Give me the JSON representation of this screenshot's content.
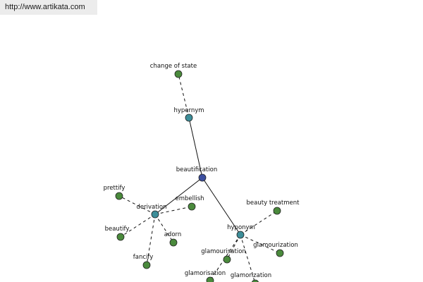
{
  "source_url": "http://www.artikata.com",
  "colors": {
    "root": "#3c4fa0",
    "relation": "#3d8e99",
    "leaf": "#4a8a3c"
  },
  "nodes": [
    {
      "id": "beautification",
      "label": "beautification",
      "kind": "root"
    },
    {
      "id": "hypernym",
      "label": "hypernym",
      "kind": "relation"
    },
    {
      "id": "change_of_state",
      "label": "change of state",
      "kind": "leaf"
    },
    {
      "id": "derivation",
      "label": "derivation",
      "kind": "relation"
    },
    {
      "id": "prettify",
      "label": "prettify",
      "kind": "leaf"
    },
    {
      "id": "embellish",
      "label": "embellish",
      "kind": "leaf"
    },
    {
      "id": "beautify",
      "label": "beautify",
      "kind": "leaf"
    },
    {
      "id": "adorn",
      "label": "adorn",
      "kind": "leaf"
    },
    {
      "id": "fancify",
      "label": "fancify",
      "kind": "leaf"
    },
    {
      "id": "hyponym",
      "label": "hyponym",
      "kind": "relation"
    },
    {
      "id": "beauty_treatment",
      "label": "beauty treatment",
      "kind": "leaf"
    },
    {
      "id": "glamourisation",
      "label": "glamourisation",
      "kind": "leaf"
    },
    {
      "id": "glamourization",
      "label": "glamourization",
      "kind": "leaf"
    },
    {
      "id": "glamorisation",
      "label": "glamorisation",
      "kind": "leaf"
    },
    {
      "id": "glamorization",
      "label": "glamorization",
      "kind": "leaf"
    }
  ],
  "edges": [
    {
      "from": "beautification",
      "to": "hypernym",
      "style": "solid"
    },
    {
      "from": "hypernym",
      "to": "change_of_state",
      "style": "dashed"
    },
    {
      "from": "beautification",
      "to": "derivation",
      "style": "solid"
    },
    {
      "from": "beautification",
      "to": "hyponym",
      "style": "solid"
    },
    {
      "from": "derivation",
      "to": "prettify",
      "style": "dashed"
    },
    {
      "from": "derivation",
      "to": "embellish",
      "style": "dashed"
    },
    {
      "from": "derivation",
      "to": "beautify",
      "style": "dashed"
    },
    {
      "from": "derivation",
      "to": "adorn",
      "style": "dashed"
    },
    {
      "from": "derivation",
      "to": "fancify",
      "style": "dashed"
    },
    {
      "from": "hyponym",
      "to": "beauty_treatment",
      "style": "dashed"
    },
    {
      "from": "hyponym",
      "to": "glamourisation",
      "style": "dashed"
    },
    {
      "from": "hyponym",
      "to": "glamourization",
      "style": "dashed"
    },
    {
      "from": "hyponym",
      "to": "glamorisation",
      "style": "dashed"
    },
    {
      "from": "hyponym",
      "to": "glamorization",
      "style": "dashed"
    }
  ]
}
